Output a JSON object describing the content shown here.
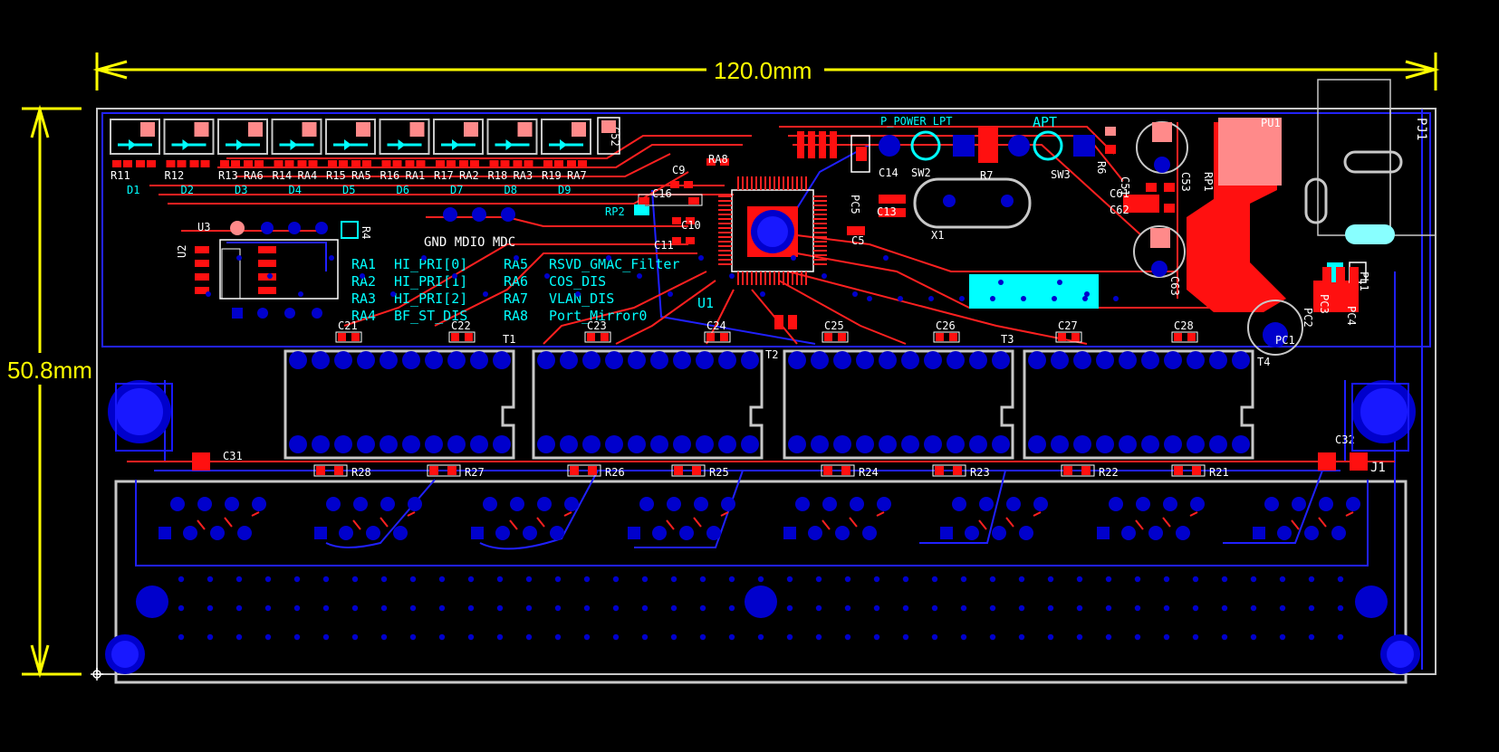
{
  "dimensions": {
    "width_label": "120.0mm",
    "height_label": "50.8mm"
  },
  "colors": {
    "background": "#000000",
    "top_copper": "#ff0000",
    "bottom_copper": "#0000ff",
    "pad_blue": "#0000cc",
    "silkscreen": "#00ffff",
    "outline": "#c8c8c8",
    "dimension": "#ffff00",
    "pink_pad": "#ff8080"
  },
  "labels": {
    "header": "PJ1",
    "connector": "J1",
    "header_pins": "GND  MDIO  MDC",
    "ra1": "RA1",
    "ra1_fn": "HI_PRI[0]",
    "ra2": "RA2",
    "ra2_fn": "HI_PRI[1]",
    "ra3": "RA3",
    "ra3_fn": "HI_PRI[2]",
    "ra4": "RA4",
    "ra4_fn": "BF_ST_DIS",
    "ra5": "RA5",
    "ra5_fn": "RSVD_GMAC_Filter",
    "ra6": "RA6",
    "ra6_fn": "COS_DIS",
    "ra7": "RA7",
    "ra7_fn": "VLAN_DIS",
    "ra8": "RA8",
    "ra8_fn": "Port_Mirror0",
    "u1": "U1",
    "u2": "U2",
    "u3": "U3",
    "sw2": "SW2",
    "sw3": "SW3",
    "x1": "X1",
    "pu1": "PU1",
    "pl1": "PL1",
    "pc1": "PC1",
    "pc2": "PC2",
    "pc3": "PC3",
    "pc4": "PC4",
    "pc5": "PC5",
    "rp1": "RP1",
    "rp2": "RP2",
    "t1": "T1",
    "t2": "T2",
    "t3": "T3",
    "t4": "T4",
    "c21": "C21",
    "c22": "C22",
    "c23": "C23",
    "c24": "C24",
    "c25": "C25",
    "c26": "C26",
    "c27": "C27",
    "c28": "C28",
    "c31": "C31",
    "c32": "C32",
    "r21": "R21",
    "r22": "R22",
    "r23": "R23",
    "r24": "R24",
    "r25": "R25",
    "r26": "R26",
    "r27": "R27",
    "r28": "R28",
    "c9": "C9",
    "c10": "C10",
    "c11": "C11",
    "c13": "C13",
    "c14": "C14",
    "c16": "C16",
    "c5": "C5",
    "c51": "C51",
    "c52": "C52",
    "c53": "C53",
    "c61": "C61",
    "c62": "C62",
    "c63": "C63",
    "r4": "R4",
    "r6": "R6",
    "r7": "R7",
    "sw_labels": "P_POWER  LPT",
    "apt": "APT"
  },
  "leds": [
    {
      "d": "D1",
      "r": "R11",
      "ra": ""
    },
    {
      "d": "D2",
      "r": "R12",
      "ra": ""
    },
    {
      "d": "D3",
      "r": "R13",
      "ra": "RA6"
    },
    {
      "d": "D4",
      "r": "R14",
      "ra": "RA4"
    },
    {
      "d": "D5",
      "r": "R15",
      "ra": "RA5"
    },
    {
      "d": "D6",
      "r": "R16",
      "ra": "RA1"
    },
    {
      "d": "D7",
      "r": "R17",
      "ra": "RA2"
    },
    {
      "d": "D8",
      "r": "R18",
      "ra": "RA3"
    },
    {
      "d": "D9",
      "r": "R19",
      "ra": "RA7"
    }
  ]
}
